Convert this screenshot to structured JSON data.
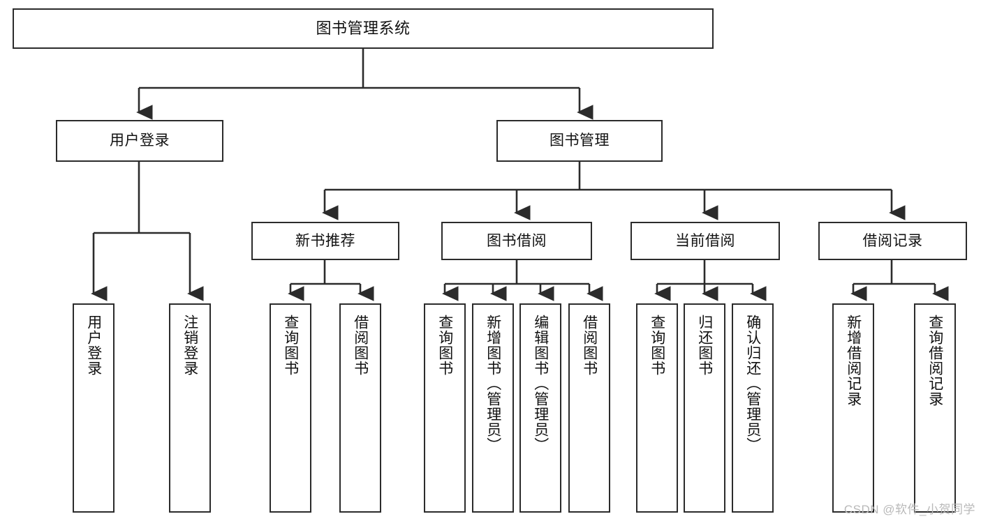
{
  "diagram": {
    "type": "tree-hierarchy",
    "title": "图书管理系统",
    "orientation": "top-down",
    "colors": {
      "box_border": "#2b2b2b",
      "box_fill": "#ffffff",
      "connector": "#2b2b2b",
      "text": "#111111",
      "watermark": "#b9b9b9",
      "background": "#ffffff"
    },
    "root": {
      "label": "图书管理系统"
    },
    "level2": [
      {
        "label": "用户登录"
      },
      {
        "label": "图书管理"
      }
    ],
    "level3": [
      {
        "label": "新书推荐"
      },
      {
        "label": "图书借阅"
      },
      {
        "label": "当前借阅"
      },
      {
        "label": "借阅记录"
      }
    ],
    "leaves": {
      "user_login": [
        {
          "label": "用户登录"
        },
        {
          "label": "注销登录"
        }
      ],
      "new_book_recommend": [
        {
          "label": "查询图书"
        },
        {
          "label": "借阅图书"
        }
      ],
      "book_borrow": [
        {
          "label": "查询图书"
        },
        {
          "label": "新增图书（管理员）"
        },
        {
          "label": "编辑图书（管理员）"
        },
        {
          "label": "借阅图书"
        }
      ],
      "current_borrow": [
        {
          "label": "查询图书"
        },
        {
          "label": "归还图书"
        },
        {
          "label": "确认归还（管理员）"
        }
      ],
      "borrow_records": [
        {
          "label": "新增借阅记录"
        },
        {
          "label": "查询借阅记录"
        }
      ]
    }
  },
  "watermark": {
    "text": "CSDN @软件_小贺同学"
  }
}
